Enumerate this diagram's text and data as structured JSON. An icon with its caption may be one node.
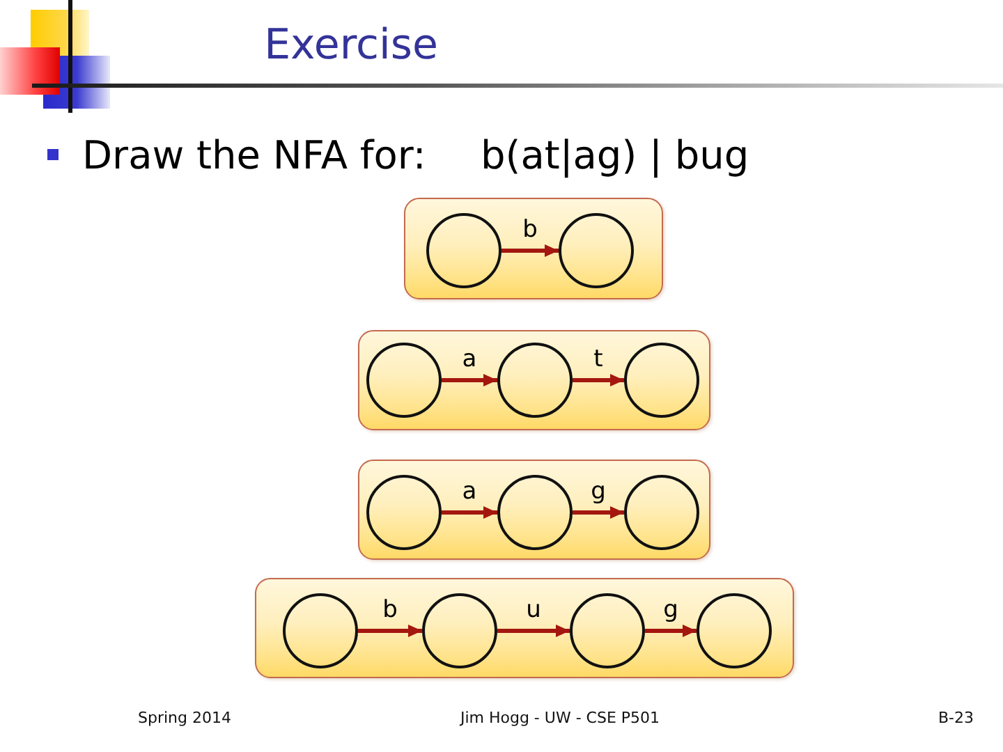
{
  "diagram": {
    "title": "Exercise",
    "nodes": [
      {
        "text": [],
        "shape": "box"
      },
      {
        "text": [],
        "shape": "circle",
        "in": 0
      },
      {
        "text": [],
        "shape": "circle",
        "in": 0
      },
      {
        "text": [],
        "shape": "box"
      },
      {
        "text": [],
        "shape": "circle",
        "in": 3
      },
      {
        "text": [],
        "shape": "circle",
        "in": 3
      },
      {
        "text": [],
        "shape": "circle",
        "in": 3
      },
      {
        "text": [],
        "shape": "box"
      },
      {
        "text": [],
        "shape": "circle",
        "in": 7
      },
      {
        "text": [],
        "shape": "circle",
        "in": 7
      },
      {
        "text": [],
        "shape": "circle",
        "in": 7
      },
      {
        "text": [],
        "shape": "box"
      },
      {
        "text": [],
        "shape": "circle",
        "in": 11
      },
      {
        "text": [],
        "shape": "circle",
        "in": 11
      },
      {
        "text": [],
        "shape": "circle",
        "in": 11
      },
      {
        "text": [],
        "shape": "circle",
        "in": 11
      }
    ],
    "edges": [
      {
        "from": 1,
        "to": 2,
        "arrow": "to",
        "label": "b"
      },
      {
        "from": 4,
        "to": 5,
        "arrow": "to",
        "label": "a"
      },
      {
        "from": 5,
        "to": 6,
        "arrow": "to",
        "label": "t"
      },
      {
        "from": 8,
        "to": 9,
        "arrow": "to",
        "label": "a"
      },
      {
        "from": 9,
        "to": 10,
        "arrow": "to",
        "label": "g"
      },
      {
        "from": 12,
        "to": 13,
        "arrow": "to",
        "label": "b"
      },
      {
        "from": 13,
        "to": 14,
        "arrow": "to",
        "label": "u"
      },
      {
        "from": 14,
        "to": 15,
        "arrow": "to",
        "label": "g"
      }
    ],
    "labels": [
      "Draw the NFA for:",
      "b(at|ag) | bug",
      "Spring 2014",
      "Jim Hogg - UW - CSE P501",
      "B-23"
    ]
  }
}
